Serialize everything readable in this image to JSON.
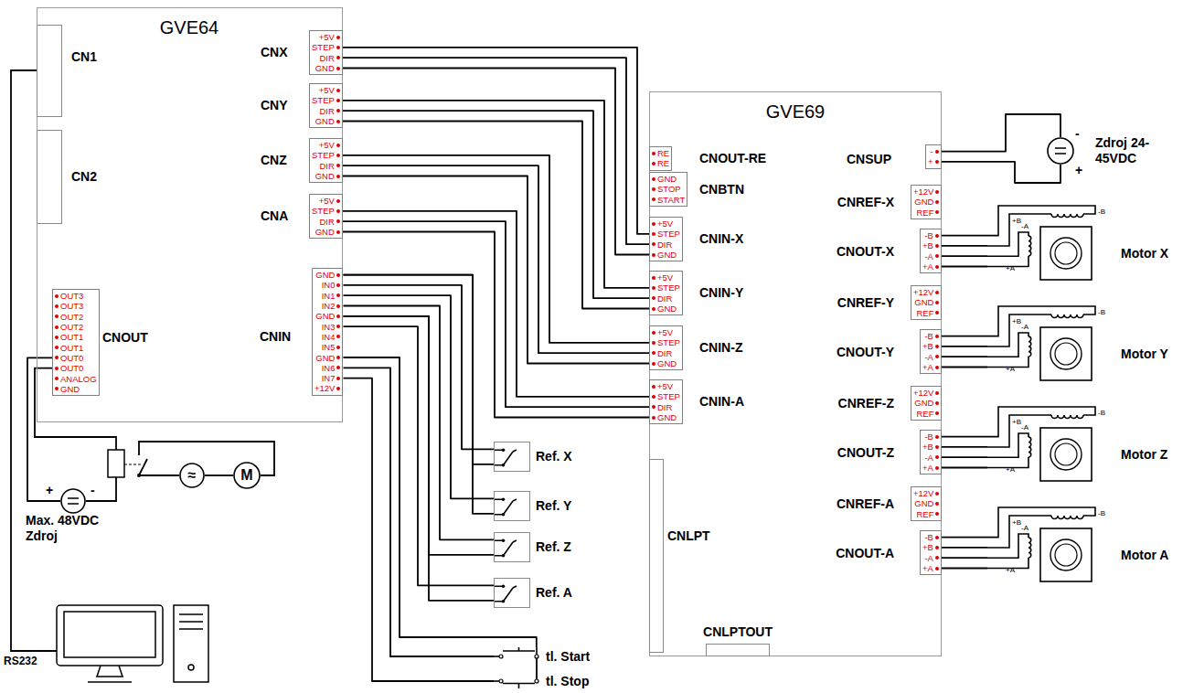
{
  "diagram": {
    "nodes": [
      {
        "text": [
          "GVE64"
        ]
      },
      {
        "text": [
          "CN1"
        ],
        "in": 0
      },
      {
        "text": [
          "CN2"
        ],
        "in": 0
      },
      {
        "text": [
          "CNX",
          "+5V",
          "STEP",
          "DIR",
          "GND"
        ],
        "in": 0
      },
      {
        "text": [
          "CNY",
          "+5V",
          "STEP",
          "DIR",
          "GND"
        ],
        "in": 0
      },
      {
        "text": [
          "CNZ",
          "+5V",
          "STEP",
          "DIR",
          "GND"
        ],
        "in": 0
      },
      {
        "text": [
          "CNA",
          "+5V",
          "STEP",
          "DIR",
          "GND"
        ],
        "in": 0
      },
      {
        "text": [
          "CNOUT",
          "OUT3",
          "OUT3",
          "OUT2",
          "OUT2",
          "OUT1",
          "OUT1",
          "OUT0",
          "OUT0",
          "ANALOG",
          "GND"
        ],
        "in": 0
      },
      {
        "text": [
          "CNIN",
          "GND",
          "IN0",
          "IN1",
          "IN2",
          "GND",
          "IN3",
          "IN4",
          "IN5",
          "GND",
          "IN6",
          "IN7",
          "+12V"
        ],
        "in": 0
      },
      {
        "text": [
          "GVE69"
        ]
      },
      {
        "text": [
          "CNOUT-RE",
          "RE",
          "RE"
        ],
        "in": 9
      },
      {
        "text": [
          "CNBTN",
          "GND",
          "STOP",
          "START"
        ],
        "in": 9
      },
      {
        "text": [
          "CNIN-X",
          "+5V",
          "STEP",
          "DIR",
          "GND"
        ],
        "in": 9
      },
      {
        "text": [
          "CNIN-Y",
          "+5V",
          "STEP",
          "DIR",
          "GND"
        ],
        "in": 9
      },
      {
        "text": [
          "CNIN-Z",
          "+5V",
          "STEP",
          "DIR",
          "GND"
        ],
        "in": 9
      },
      {
        "text": [
          "CNIN-A",
          "+5V",
          "STEP",
          "DIR",
          "GND"
        ],
        "in": 9
      },
      {
        "text": [
          "CNLPT"
        ],
        "in": 9
      },
      {
        "text": [
          "CNLPTOUT"
        ],
        "in": 9
      },
      {
        "text": [
          "CNSUP",
          "-",
          "+"
        ],
        "in": 9
      },
      {
        "text": [
          "CNREF-X",
          "+12V",
          "GND",
          "REF"
        ],
        "in": 9
      },
      {
        "text": [
          "CNOUT-X",
          "-B",
          "+B",
          "-A",
          "+A"
        ],
        "in": 9
      },
      {
        "text": [
          "CNREF-Y",
          "+12V",
          "GND",
          "REF"
        ],
        "in": 9
      },
      {
        "text": [
          "CNOUT-Y",
          "-B",
          "+B",
          "-A",
          "+A"
        ],
        "in": 9
      },
      {
        "text": [
          "CNREF-Z",
          "+12V",
          "GND",
          "REF"
        ],
        "in": 9
      },
      {
        "text": [
          "CNOUT-Z",
          "-B",
          "+B",
          "-A",
          "+A"
        ],
        "in": 9
      },
      {
        "text": [
          "CNREF-A",
          "+12V",
          "GND",
          "REF"
        ],
        "in": 9
      },
      {
        "text": [
          "CNOUT-A",
          "-B",
          "+B",
          "-A",
          "+A"
        ],
        "in": 9
      },
      {
        "text": [
          "Zdroj 24-45VDC"
        ]
      },
      {
        "text": [
          "Motor X"
        ]
      },
      {
        "text": [
          "Motor Y"
        ]
      },
      {
        "text": [
          "Motor Z"
        ]
      },
      {
        "text": [
          "Motor A"
        ]
      },
      {
        "text": [
          "Ref. X"
        ]
      },
      {
        "text": [
          "Ref. Y"
        ]
      },
      {
        "text": [
          "Ref. Z"
        ]
      },
      {
        "text": [
          "Ref. A"
        ]
      },
      {
        "text": [
          "tl. Start"
        ]
      },
      {
        "text": [
          "tl. Stop"
        ]
      },
      {
        "text": [
          "Max. 48VDC Zdroj"
        ]
      },
      {
        "text": [
          "≈"
        ]
      },
      {
        "text": [
          "M"
        ]
      }
    ],
    "edges": [
      {
        "from": 3,
        "to": 12,
        "arrow": "none"
      },
      {
        "from": 3,
        "to": 12,
        "arrow": "none"
      },
      {
        "from": 3,
        "to": 12,
        "arrow": "none"
      },
      {
        "from": 4,
        "to": 13,
        "arrow": "none"
      },
      {
        "from": 4,
        "to": 13,
        "arrow": "none"
      },
      {
        "from": 4,
        "to": 13,
        "arrow": "none"
      },
      {
        "from": 5,
        "to": 14,
        "arrow": "none"
      },
      {
        "from": 5,
        "to": 14,
        "arrow": "none"
      },
      {
        "from": 5,
        "to": 14,
        "arrow": "none"
      },
      {
        "from": 6,
        "to": 15,
        "arrow": "none"
      },
      {
        "from": 6,
        "to": 15,
        "arrow": "none"
      },
      {
        "from": 6,
        "to": 15,
        "arrow": "none"
      },
      {
        "from": 8,
        "to": 32,
        "arrow": "none"
      },
      {
        "from": 8,
        "to": 32,
        "arrow": "none"
      },
      {
        "from": 8,
        "to": 33,
        "arrow": "none"
      },
      {
        "from": 8,
        "to": 33,
        "arrow": "none"
      },
      {
        "from": 8,
        "to": 34,
        "arrow": "none"
      },
      {
        "from": 8,
        "to": 34,
        "arrow": "none"
      },
      {
        "from": 8,
        "to": 35,
        "arrow": "none"
      },
      {
        "from": 8,
        "to": 35,
        "arrow": "none"
      },
      {
        "from": 8,
        "to": 36,
        "arrow": "none"
      },
      {
        "from": 8,
        "to": 36,
        "arrow": "none"
      },
      {
        "from": 8,
        "to": 37,
        "arrow": "none"
      },
      {
        "from": 7,
        "to": 38,
        "arrow": "none"
      },
      {
        "from": 39,
        "to": 40,
        "arrow": "none"
      },
      {
        "from": 18,
        "to": 27,
        "arrow": "none"
      },
      {
        "from": 18,
        "to": 27,
        "arrow": "none"
      },
      {
        "from": 20,
        "to": 28,
        "arrow": "none"
      },
      {
        "from": 20,
        "to": 28,
        "arrow": "none"
      },
      {
        "from": 20,
        "to": 28,
        "arrow": "none"
      },
      {
        "from": 20,
        "to": 28,
        "arrow": "none"
      },
      {
        "from": 22,
        "to": 29,
        "arrow": "none"
      },
      {
        "from": 22,
        "to": 29,
        "arrow": "none"
      },
      {
        "from": 22,
        "to": 29,
        "arrow": "none"
      },
      {
        "from": 22,
        "to": 29,
        "arrow": "none"
      },
      {
        "from": 24,
        "to": 30,
        "arrow": "none"
      },
      {
        "from": 24,
        "to": 30,
        "arrow": "none"
      },
      {
        "from": 24,
        "to": 30,
        "arrow": "none"
      },
      {
        "from": 24,
        "to": 30,
        "arrow": "none"
      },
      {
        "from": 26,
        "to": 31,
        "arrow": "none"
      },
      {
        "from": 26,
        "to": 31,
        "arrow": "none"
      },
      {
        "from": 26,
        "to": 31,
        "arrow": "none"
      },
      {
        "from": 26,
        "to": 31,
        "arrow": "none"
      }
    ],
    "labels": [
      "RS232",
      "+",
      "-",
      "-",
      "+",
      "+B",
      "-B",
      "-A",
      "+A",
      "+B",
      "-B",
      "-A",
      "+A",
      "+B",
      "-B",
      "-A",
      "+A",
      "+B",
      "-B",
      "-A",
      "+A"
    ]
  }
}
